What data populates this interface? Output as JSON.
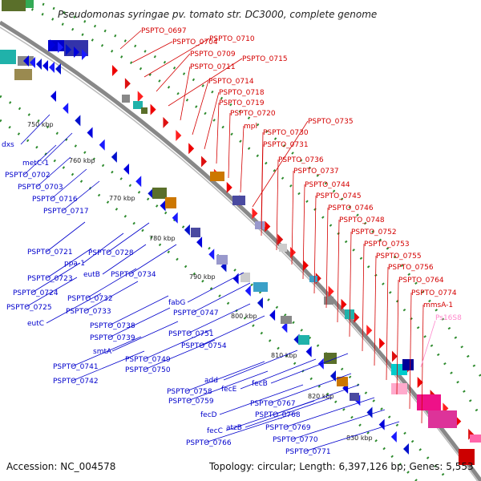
{
  "title": "Pseudomonas syringae pv. tomato str. DC3000, complete genome",
  "footer": {
    "accession": "Accession: NC_004578",
    "topology": "Topology: circular; Length: 6,397,126 bp; Genes: 5,553"
  },
  "colors": {
    "forward_label": "#d40000",
    "reverse_label": "#0000cc",
    "rna_label": "#ff88cc",
    "backbone": "#888888",
    "gc_dots": "#2e8b2e"
  },
  "kbp_ticks": [
    "750 kbp",
    "760 kbp",
    "770 kbp",
    "780 kbp",
    "790 kbp",
    "800 kbp",
    "810 kbp",
    "820 kbp",
    "830 kbp"
  ],
  "forward_labels": [
    "PSPTO_0697",
    "PSPTO_0704",
    "PSPTO_0710",
    "PSPTO_0709",
    "PSPTO_0715",
    "PSPTO_0711",
    "PSPTO_0714",
    "PSPTO_0718",
    "PSPTO_0719",
    "PSPTO_0720",
    "mpl",
    "PSPTO_0735",
    "PSPTO_0730",
    "PSPTO_0731",
    "PSPTO_0736",
    "PSPTO_0737",
    "PSPTO_0744",
    "PSPTO_0745",
    "PSPTO_0746",
    "PSPTO_0748",
    "PSPTO_0752",
    "PSPTO_0753",
    "PSPTO_0755",
    "PSPTO_0756",
    "PSPTO_0764",
    "PSPTO_0774",
    "mmsA-1"
  ],
  "rna_labels": [
    "Ps16S8"
  ],
  "reverse_labels": [
    "dxs",
    "metC-1",
    "PSPTO_0702",
    "PSPTO_0703",
    "PSPTO_0716",
    "PSPTO_0717",
    "PSPTO_0721",
    "ppa-1",
    "PSPTO_0728",
    "eutB",
    "PSPTO_0723",
    "PSPTO_0734",
    "PSPTO_0724",
    "PSPTO_0732",
    "PSPTO_0725",
    "PSPTO_0733",
    "eutC",
    "fabG",
    "PSPTO_0747",
    "PSPTO_0738",
    "PSPTO_0739",
    "PSPTO_0751",
    "PSPTO_0754",
    "smtA",
    "PSPTO_0749",
    "PSPTO_0741",
    "PSPTO_0750",
    "PSPTO_0742",
    "add",
    "fecE",
    "fecB",
    "PSPTO_0758",
    "PSPTO_0759",
    "PSPTO_0767",
    "fecD",
    "PSPTO_0768",
    "atzB",
    "fecC",
    "PSPTO_0769",
    "PSPTO_0766",
    "PSPTO_0770",
    "PSPTO_0771"
  ]
}
